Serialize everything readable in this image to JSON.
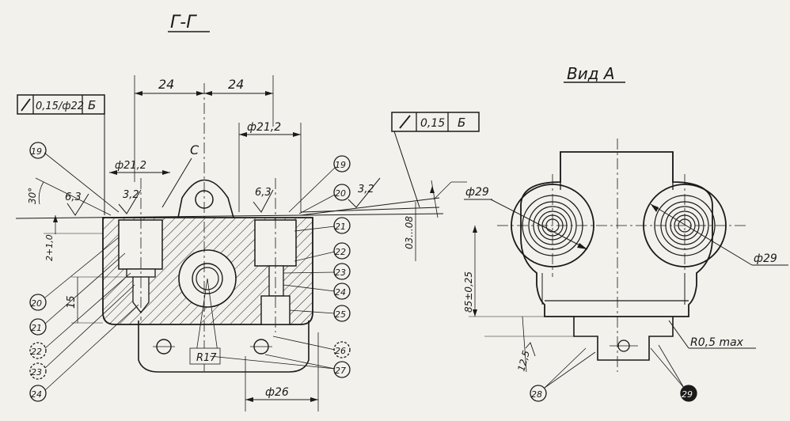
{
  "section_title": "Г-Г",
  "view_title": "Вид А",
  "left_view": {
    "frame1": {
      "tolerance": "0,15/ф22",
      "datum": "Б"
    },
    "dims": {
      "d24_left": "24",
      "d24_right": "24",
      "dia21_2_right": "ф21,2",
      "dia21_2_left": "ф21,2",
      "dia26": "ф26",
      "d15": "15",
      "angle30": "30°",
      "dim2": "2+1,0"
    },
    "surface_marks": {
      "m6_3_left": "6,3",
      "m3_2_left": "3,2",
      "m6_3_right": "6,3",
      "m3_2_right": "3,2"
    },
    "section_letter": "С",
    "radius": "R17",
    "left_callouts": [
      "19",
      "20",
      "21",
      "22",
      "23",
      "24"
    ],
    "right_callouts": [
      "19",
      "20",
      "21",
      "22",
      "23",
      "24",
      "25",
      "26",
      "27"
    ]
  },
  "right_view": {
    "frame2": {
      "tolerance": "0,15",
      "datum": "Б"
    },
    "range_dim": "03...08",
    "dia29_left": "ф29",
    "dia29_right": "ф29",
    "dim85": "85±0,25",
    "radius_max": "R0,5 max",
    "dim12_5": "12,5",
    "bottom_callouts": [
      "28",
      "29"
    ]
  }
}
